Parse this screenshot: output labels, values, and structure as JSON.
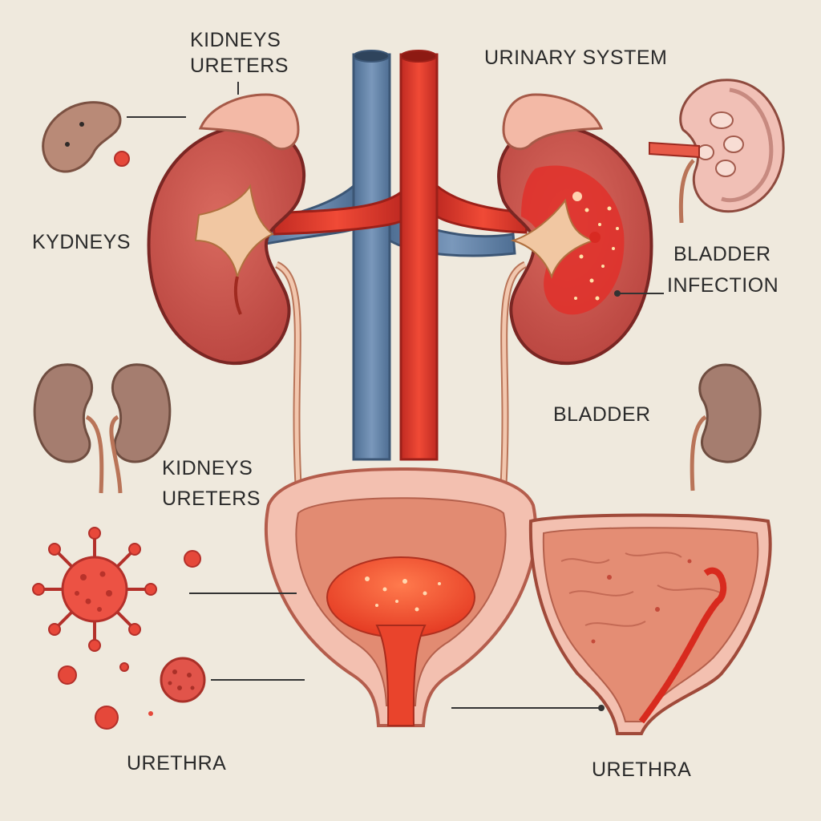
{
  "labels": {
    "kidneys_top": "KIDNEYS",
    "ureters_top": "URETERS",
    "urinary_system": "URINARY SYSTEM",
    "kydneys_left": "KYDNEYS",
    "bladder_infection_1": "BLADDER",
    "bladder_infection_2": "INFECTION",
    "bladder_right": "BLADDER",
    "kidneys_mid": "KIDNEYS",
    "ureters_mid": "URETERS",
    "urethra_left": "URETHRA",
    "urethra_right": "URETHRA"
  },
  "colors": {
    "background": "#efe9dd",
    "kidney": "#c9514a",
    "kidney_dark": "#8e2e2b",
    "vein": "#5f7fa3",
    "artery": "#d9352a",
    "bladder_outer": "#f0b8a8",
    "urine": "#ef4a2e",
    "germ": "#e8483a",
    "mini_organ": "#a87f72",
    "ureter": "#f2c7ae"
  }
}
